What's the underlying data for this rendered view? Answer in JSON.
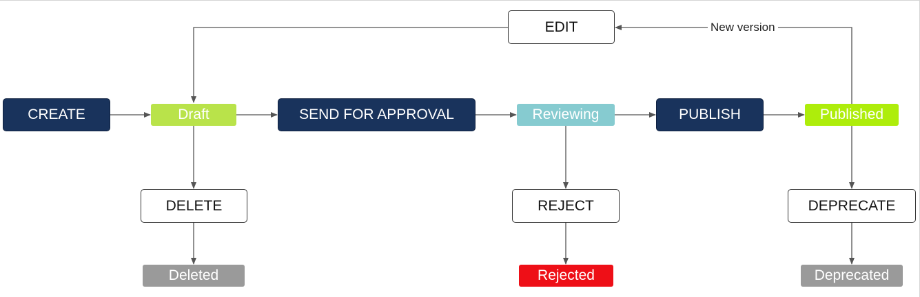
{
  "nodes": {
    "create": "CREATE",
    "draft": "Draft",
    "send_for_approval": "SEND FOR APPROVAL",
    "reviewing": "Reviewing",
    "publish": "PUBLISH",
    "published": "Published",
    "edit": "EDIT",
    "delete": "DELETE",
    "reject": "REJECT",
    "deprecate": "DEPRECATE",
    "deleted": "Deleted",
    "rejected": "Rejected",
    "deprecated": "Deprecated"
  },
  "edge_labels": {
    "new_version": "New version"
  },
  "colors": {
    "action_dark": "#19335c",
    "draft": "#b9e34a",
    "reviewing": "#86cbd0",
    "published": "#aeed0b",
    "deleted": "#9a9a9a",
    "rejected": "#ee0f17",
    "deprecated": "#9a9a9a",
    "edge": "#555555"
  }
}
